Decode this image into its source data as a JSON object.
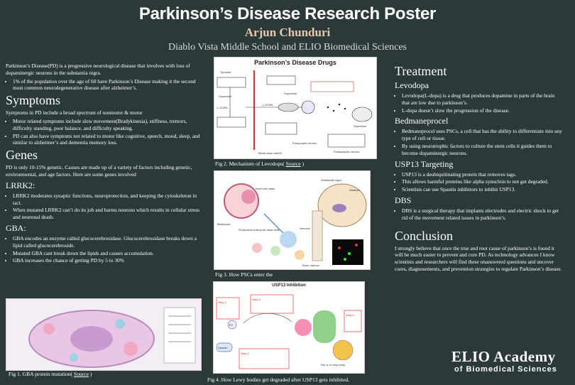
{
  "header": {
    "title": "Parkinson’s Disease Research Poster",
    "author": "Arjun Chunduri",
    "affiliation": "Diablo Vista Middle School and ELIO Biomedical Sciences"
  },
  "left": {
    "intro": "Parkinson’s Disease(PD) is a progressive neurological disease that involves with loss of dopaminergic neurons in the substantia nigra.",
    "intro_bullets": [
      "1% of the population over the age of 60 have Parkinson’s Disease making it the second most common neurodegenerative disease after alzheimer’s."
    ],
    "symptoms_heading": "Symptoms",
    "symptoms_text": "Symptoms in PD include a broad spectrum of nonmotor & motor",
    "symptoms_bullets": [
      "Motor related symptoms include slow movement(Bradykinesia), stiffness, tremors, difficulty standing, poor balance, and difficulty speaking.",
      "PD can also have symptoms not related to motor like cognitive, speech, mood, sleep, and similar to alzheimer’s and dementia memory loss."
    ],
    "genes_heading": "Genes",
    "genes_text": "PD is only 10-15% genetic. Causes are made up of a variety of factors including genetic, environmental, and age factors. Here are some genes involved",
    "lrrk2_heading": "LRRK2:",
    "lrrk2_bullets": [
      "LRRK2 moderates synaptic functions, neuroprotection, and keeping the cytoskeleton in tact.",
      "When mutated LRRK2 can’t do its job and harms neurons which results in cellular stress and neuronal death."
    ],
    "gba_heading": "GBA:",
    "gba_bullets": [
      "GBA  encodes an enzyme called glucocerebrosidase. Glucocerebrosidase breaks down a lipid called glucocerebroside.",
      "Mutated GBA cant break down the lipids and causes accumulation.",
      "GBA increases the chance of getting PD by 5 to 30%"
    ],
    "fig1_caption": "Fig 1. GBA protein mutation(",
    "fig1_link": "Source",
    "fig1_end": ")"
  },
  "middle": {
    "fig2_title": "Parkinson’s Disease Drugs",
    "fig2_labels": [
      "Tyrosine",
      "Dopamine",
      "L-DOPA",
      "Dopamine",
      "L-DOPA",
      "Dopamine",
      "Blood-brain barrier",
      "Presynaptic neuron",
      "Postsynaptic neuron"
    ],
    "fig2_caption": "Fig 2.  Mechanism of Levodops(",
    "fig2_link": "Source",
    "fig2_end": ")",
    "fig3_labels": [
      "Blastocyst",
      "Inner cell mass",
      "Pluripotent embryonic stem cells",
      "Substantia nigra",
      "Striatum",
      "Neurons",
      "Bone marrow"
    ],
    "fig3_caption": "Fig 3. How PSCs enter the",
    "fig4_title": "USP13 Inhibition",
    "fig4_labels": [
      "Step 1:",
      "Step 2:",
      "Step 3:",
      "Step 4:",
      "E3",
      "Spautin",
      "This is a Lewy body"
    ],
    "fig4_caption": "Fig 4. How Lewy bodies get degraded after USP13 gets inhibited."
  },
  "right": {
    "treatment_heading": "Treatment",
    "levodopa_heading": "Levodopa",
    "levodopa_bullets": [
      "Levodopa(L-dopa) is a drug that produces dopamine in parts of the brain that are low due to parkinson’s.",
      "L-dopa doesn’t slow the progression of the disease."
    ],
    "bedmaneprocel_heading": "Bedmaneprocel",
    "bedmaneprocel_bullets": [
      "Bedmaneprocel  uses PSCs, a cell that has the ability to differentiate into any type of cell or tissue.",
      "By using neurotrophic factors to culture the stem cells it guides them to become dopaminergic neurons."
    ],
    "usp13_heading": "USP13 Targeting",
    "usp13_bullets": [
      "USP13 is a deubiquitinating protein that removes tags.",
      "This allows harmful proteins like alpha synuclein to not get degraded.",
      "Scientists can use Spautin inhibitors to inhibit USP13."
    ],
    "dbs_heading": "DBS",
    "dbs_bullets": [
      "DBS is a surgical therapy that implants electrodes and electric shock to get rid of the movement related issues in parkinson’s."
    ],
    "conclusion_heading": "Conclusion",
    "conclusion_text": "I strongly believe that once the true and root cause of parkinson’s is found it will be much easier to prevent and cure PD. As technology advances I know scientists and researchers will find these unanswered questions and uncover cures, diagnosements, and prevention strategies to regulate Parkinson’s disease.",
    "logo_line1": "ELIO Academy",
    "logo_line2": "of Biomedical Sciences"
  }
}
